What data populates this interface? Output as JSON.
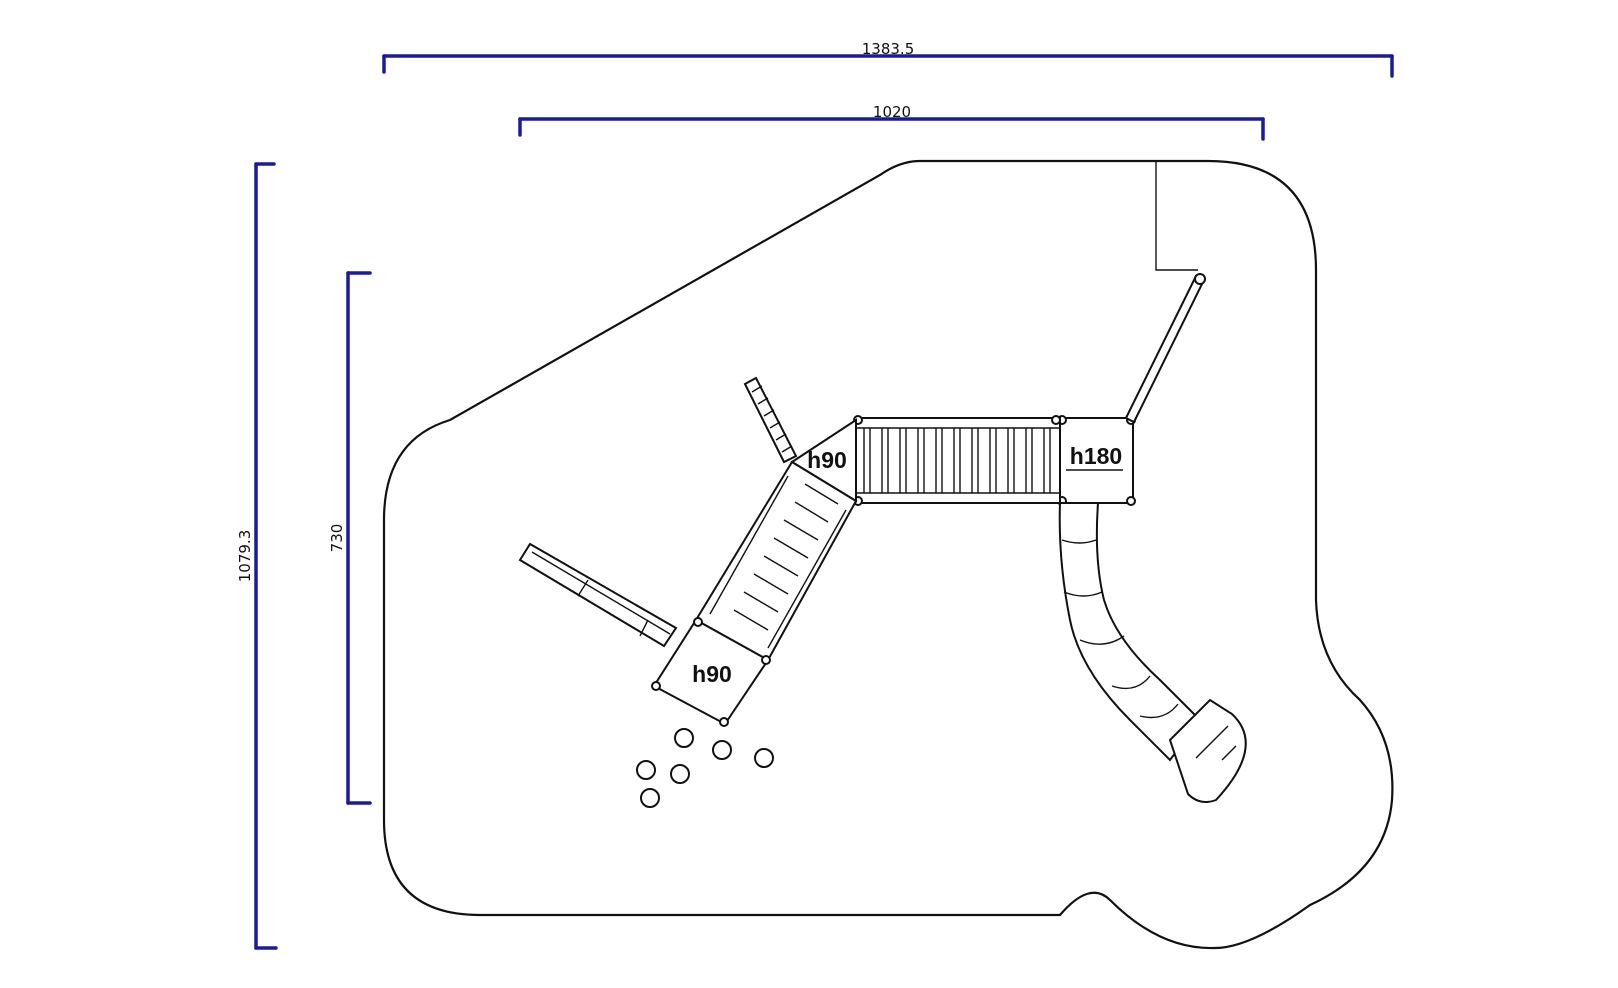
{
  "dimensions": {
    "overall_width": "1383.5",
    "inner_width": "1020",
    "overall_height": "1079.3",
    "inner_height": "730"
  },
  "platforms": {
    "right_tower": "h180",
    "middle_tower": "h90",
    "lower_tower": "h90"
  },
  "colors": {
    "dimension_line": "#1a1a9c",
    "outline": "#111111"
  }
}
